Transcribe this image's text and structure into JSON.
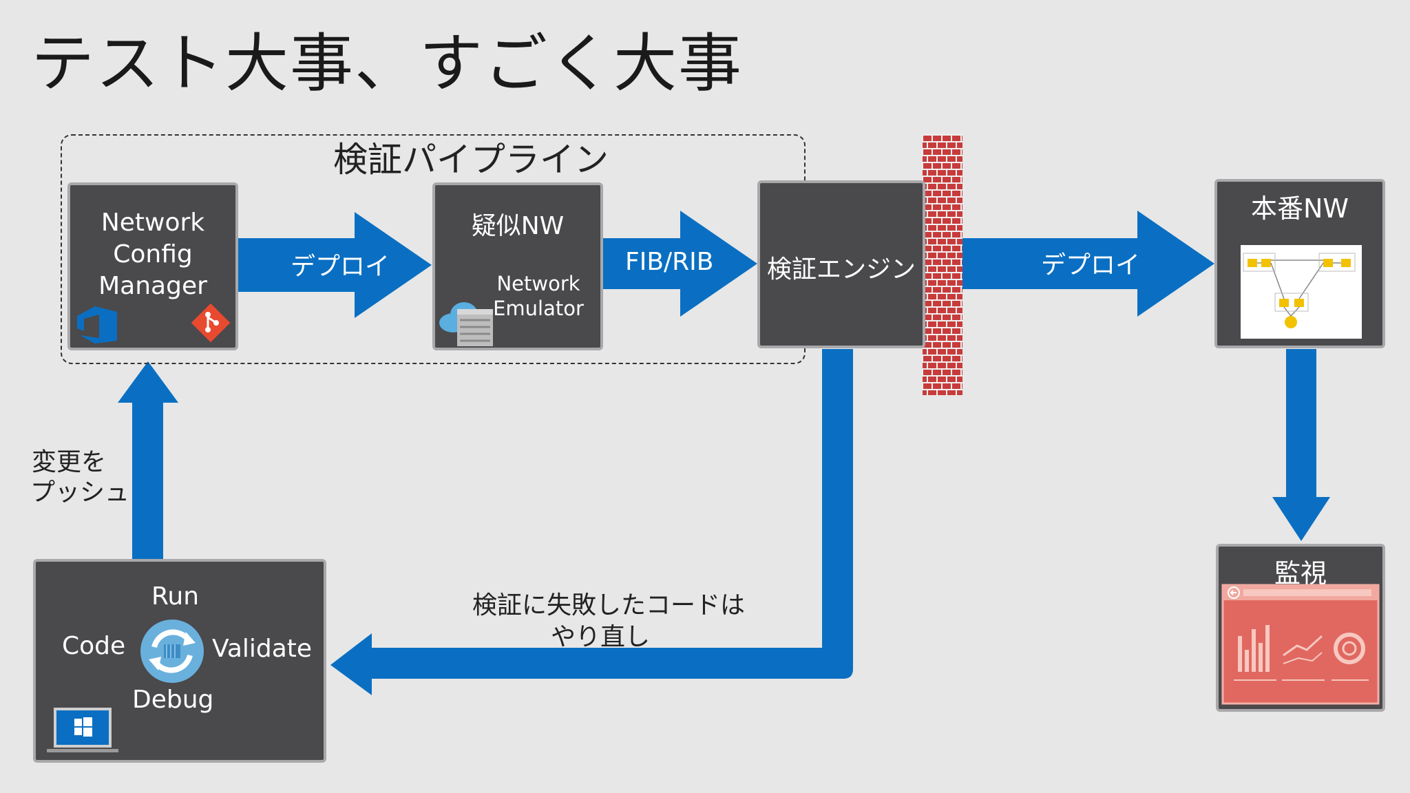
{
  "title": "テスト大事、すごく大事",
  "pipeline": {
    "label": "検証パイプライン"
  },
  "nodes": {
    "ncm": {
      "line1": "Network",
      "line2": "Config",
      "line3": "Manager"
    },
    "pseudo_nw": {
      "title": "疑似NW",
      "sub1": "Network",
      "sub2": "Emulator"
    },
    "verify_engine": {
      "title": "検証エンジン"
    },
    "prod_nw": {
      "title": "本番NW"
    },
    "monitor": {
      "title": "監視"
    },
    "dev_loop": {
      "run": "Run",
      "code": "Code",
      "validate": "Validate",
      "debug": "Debug"
    }
  },
  "arrows": {
    "deploy_1": "デプロイ",
    "fib_rib": "FIB/RIB",
    "deploy_2": "デプロイ"
  },
  "push_label": {
    "line1": "変更を",
    "line2": "プッシュ"
  },
  "retry_label": {
    "line1": "検証に失敗したコードは",
    "line2": "やり直し"
  },
  "colors": {
    "arrow": "#0a6fc2",
    "node": "#4a494b",
    "node_border": "#a9a9ab",
    "background": "#e7e7e7",
    "brick": "#c83b3b",
    "monitor_panel": "#e06860"
  },
  "icons": [
    "azure-devops-icon",
    "git-icon",
    "cloud-server-icon",
    "topology-diagram-icon",
    "devops-cycle-icon",
    "laptop-windows-icon",
    "dashboard-icon"
  ]
}
